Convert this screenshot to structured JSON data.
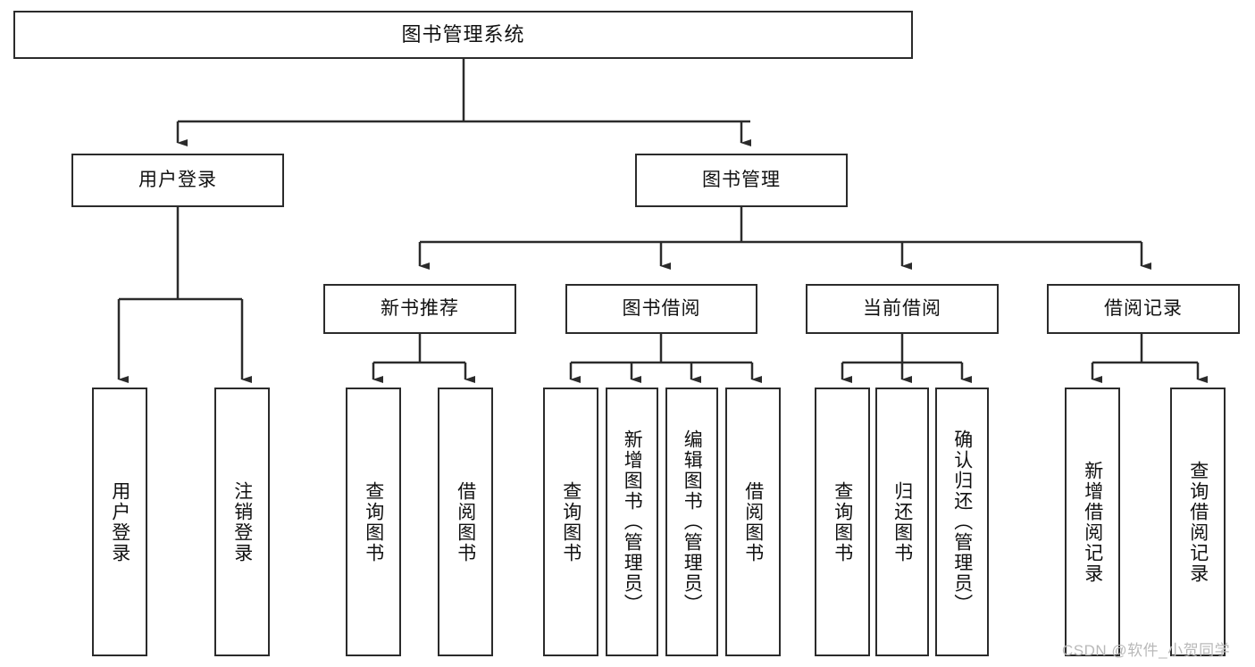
{
  "diagram": {
    "title": "图书管理系统",
    "type": "tree-hierarchy",
    "stroke_color": "#2b2b2b",
    "background_color": "#ffffff",
    "text_color": "#111111"
  },
  "root": {
    "label": "图书管理系统"
  },
  "level2": [
    {
      "label": "用户登录"
    },
    {
      "label": "图书管理"
    }
  ],
  "level3": [
    {
      "label": "新书推荐"
    },
    {
      "label": "图书借阅"
    },
    {
      "label": "当前借阅"
    },
    {
      "label": "借阅记录"
    }
  ],
  "leaves": {
    "user_login": [
      {
        "label": "用户登录"
      },
      {
        "label": "注销登录"
      }
    ],
    "new_book_recommend": [
      {
        "label": "查询图书"
      },
      {
        "label": "借阅图书"
      }
    ],
    "book_borrow": [
      {
        "label": "查询图书"
      },
      {
        "label": "新增图书（管理员）"
      },
      {
        "label": "编辑图书（管理员）"
      },
      {
        "label": "借阅图书"
      }
    ],
    "current_borrow": [
      {
        "label": "查询图书"
      },
      {
        "label": "归还图书"
      },
      {
        "label": "确认归还（管理员）"
      }
    ],
    "borrow_record": [
      {
        "label": "新增借阅记录"
      },
      {
        "label": "查询借阅记录"
      }
    ]
  },
  "watermark": {
    "text": "CSDN @软件_小贺同学",
    "color": "#b9b9b9"
  }
}
